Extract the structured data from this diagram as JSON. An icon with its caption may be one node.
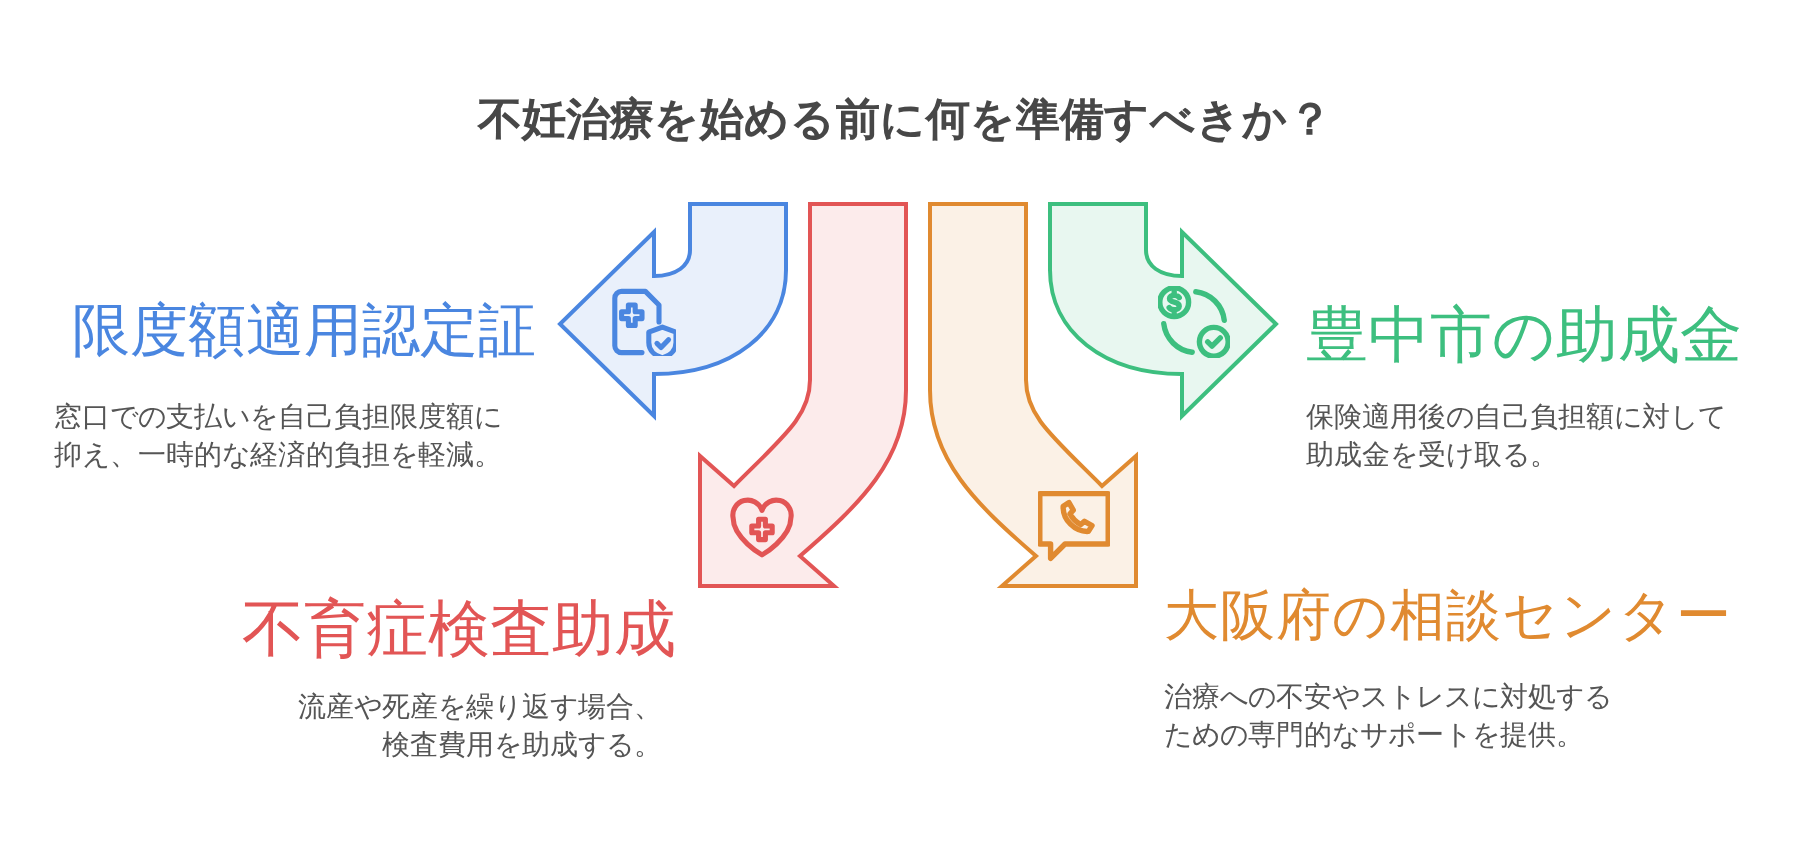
{
  "diagram": {
    "title": "不妊治療を始める前に何を準備すべきか？",
    "nodes": [
      {
        "text": [
          "限度額適用認定証",
          "窓口での支払いを自己負担限度額に抑え、一時的な経済的負担を軽減。"
        ]
      },
      {
        "text": [
          "豊中市の助成金",
          "保険適用後の自己負担額に対して助成金を受け取る。"
        ]
      },
      {
        "text": [
          "不育症検査助成",
          "流産や死産を繰り返す場合、検査費用を助成する。"
        ]
      },
      {
        "text": [
          "大阪府の相談センター",
          "治療への不安やストレスに対処するための専門的なサポートを提供。"
        ]
      }
    ],
    "edges": [
      {
        "from": null,
        "to": 0,
        "arrow": "to",
        "style": "thick",
        "color": "#4a86e0"
      },
      {
        "from": null,
        "to": 2,
        "arrow": "to",
        "style": "thick",
        "color": "#e25555"
      },
      {
        "from": null,
        "to": 3,
        "arrow": "to",
        "style": "thick",
        "color": "#e08a30"
      },
      {
        "from": null,
        "to": 1,
        "arrow": "to",
        "style": "thick",
        "color": "#3dbf7f"
      }
    ]
  }
}
